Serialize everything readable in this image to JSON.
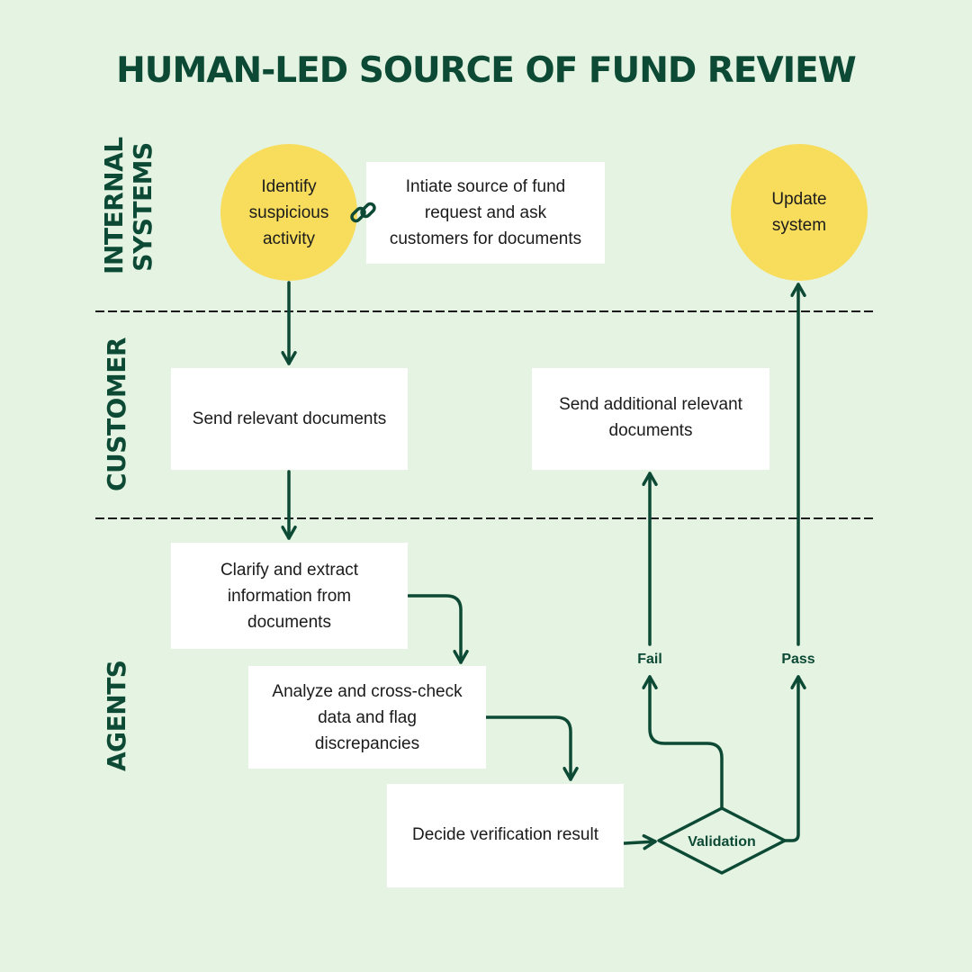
{
  "title": "HUMAN-LED SOURCE OF FUND REVIEW",
  "lanes": {
    "internal_systems": "INTERNAL\nSYSTEMS",
    "customer": "CUSTOMER",
    "agents": "AGENTS"
  },
  "nodes": {
    "identify": "Identify\nsuspicious\nactivity",
    "initiate": "Intiate source of fund\nrequest and ask\ncustomers for documents",
    "update": "Update\nsystem",
    "send_docs": "Send relevant documents",
    "send_additional": "Send additional relevant\ndocuments",
    "clarify": "Clarify and extract\ninformation from\ndocuments",
    "analyze": "Analyze and cross-check\ndata and flag\ndiscrepancies",
    "decide": "Decide verification result",
    "validation": "Validation"
  },
  "edge_labels": {
    "fail": "Fail",
    "pass": "Pass"
  },
  "colors": {
    "background": "#e4f3e2",
    "accent": "#0d4a35",
    "circle_fill": "#f8dd5c",
    "box_fill": "#ffffff"
  },
  "icons": {
    "link": "link-icon"
  }
}
